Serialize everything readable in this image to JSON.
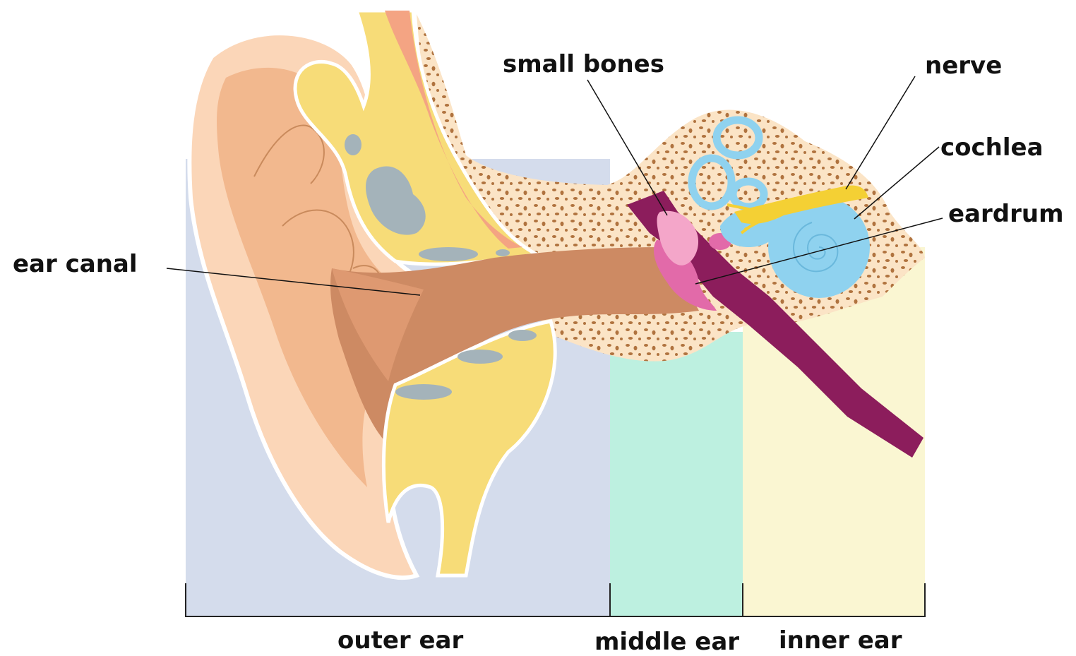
{
  "labels": {
    "small_bones": "small bones",
    "nerve": "nerve",
    "cochlea": "cochlea",
    "eardrum": "eardrum",
    "ear_canal": "ear canal"
  },
  "sections": {
    "outer": "outer ear",
    "middle": "middle ear",
    "inner": "inner ear"
  },
  "colors": {
    "outer_bg": "#d4dcec",
    "middle_bg": "#bdf0e0",
    "inner_bg": "#faf6d2",
    "skin": "#f2b88e",
    "skin_light": "#fbd6b8",
    "canal": "#cd8a63",
    "cartilage": "#f7dc78",
    "bone": "#fbe4c6",
    "bone_spots": "#b0733f",
    "eustachian": "#8c1d5c",
    "eardrum": "#e26aa9",
    "ossicles": "#f4a6c9",
    "cochlea": "#8fd2ef",
    "nerve": "#f4d034",
    "gray_tissue": "#a4b3ba"
  }
}
